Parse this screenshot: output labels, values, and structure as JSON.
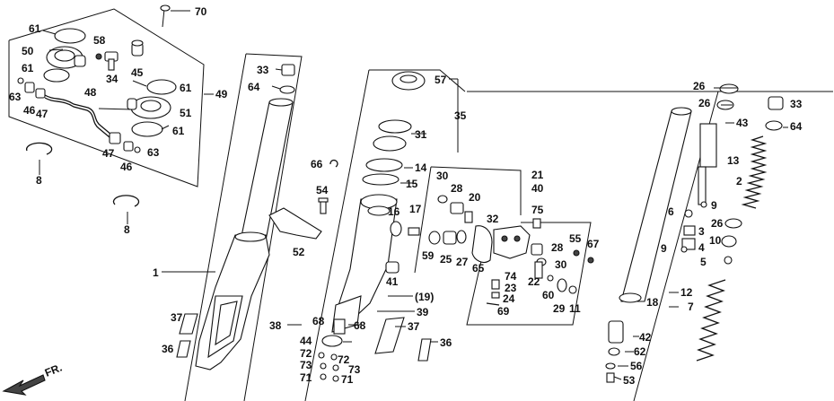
{
  "labels": {
    "l1": "1",
    "l2": "2",
    "l3": "3",
    "l4": "4",
    "l5": "5",
    "l6": "6",
    "l7": "7",
    "l8a": "8",
    "l8b": "8",
    "l9a": "9",
    "l9b": "9",
    "l10": "10",
    "l11": "11",
    "l12": "12",
    "l13": "13",
    "l14": "14",
    "l15": "15",
    "l16": "16",
    "l17": "17",
    "l18": "18",
    "l19": "(19)",
    "l20": "20",
    "l21": "21",
    "l22": "22",
    "l23": "23",
    "l24": "24",
    "l25": "25",
    "l26a": "26",
    "l26b": "26",
    "l26c": "26",
    "l27": "27",
    "l28a": "28",
    "l28b": "28",
    "l29": "29",
    "l30a": "30",
    "l30b": "30",
    "l31": "31",
    "l32": "32",
    "l33a": "33",
    "l33b": "33",
    "l34": "34",
    "l35": "35",
    "l36a": "36",
    "l36b": "36",
    "l37a": "37",
    "l37b": "37",
    "l38": "38",
    "l39": "39",
    "l40": "40",
    "l41": "41",
    "l42": "42",
    "l43": "43",
    "l44": "44",
    "l45": "45",
    "l46a": "46",
    "l46b": "46",
    "l47a": "47",
    "l47b": "47",
    "l48": "48",
    "l49": "49",
    "l50": "50",
    "l51": "51",
    "l52": "52",
    "l53": "53",
    "l54": "54",
    "l55": "55",
    "l56": "56",
    "l57": "57",
    "l58": "58",
    "l59": "59",
    "l60": "60",
    "l61a": "61",
    "l61b": "61",
    "l61c": "61",
    "l61d": "61",
    "l62": "62",
    "l63a": "63",
    "l63b": "63",
    "l64a": "64",
    "l64b": "64",
    "l65": "65",
    "l66": "66",
    "l67": "67",
    "l68a": "68",
    "l68b": "68",
    "l69": "69",
    "l70": "70",
    "l71a": "71",
    "l71b": "71",
    "l72a": "72",
    "l72b": "72",
    "l73a": "73",
    "l73b": "73",
    "l74": "74",
    "l75": "75",
    "fr": "FR."
  }
}
